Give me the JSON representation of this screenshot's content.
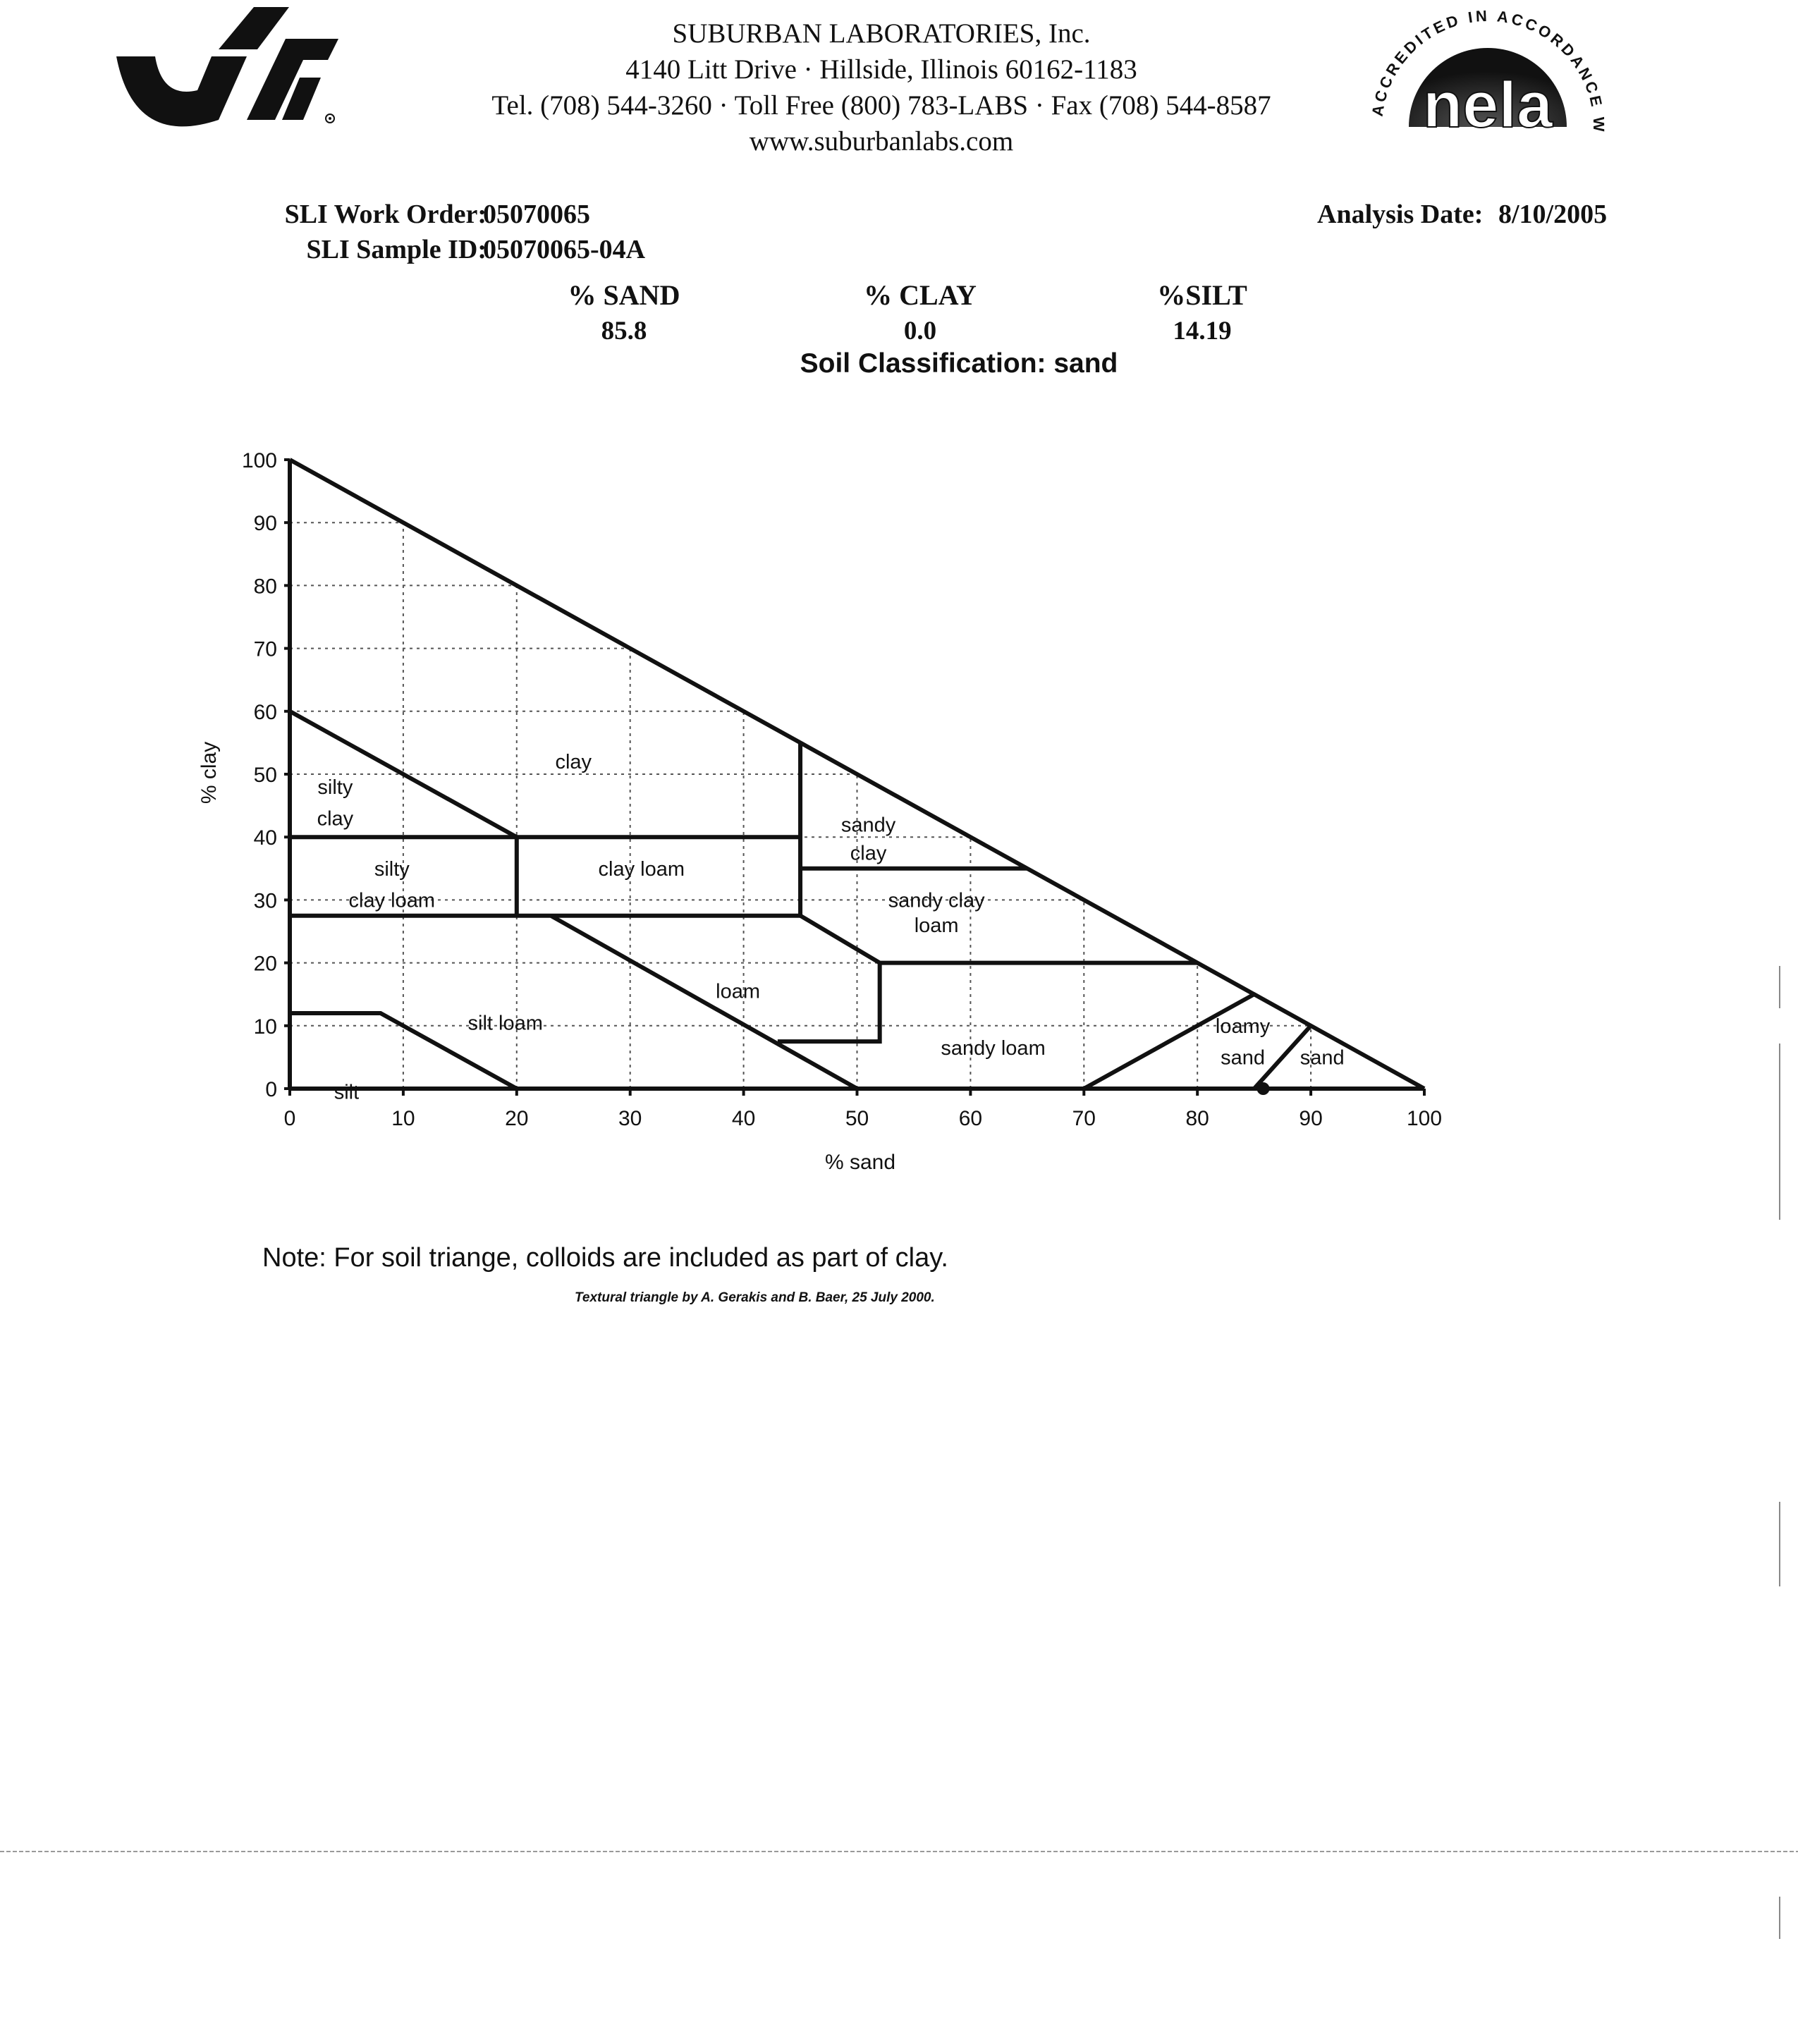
{
  "letterhead": {
    "company": "SUBURBAN LABORATORIES, Inc.",
    "address": "4140 Litt Drive · Hillside, Illinois 60162-1183",
    "phones": "Tel. (708) 544-3260 · Toll Free (800) 783-LABS · Fax (708) 544-8587",
    "website": "www.suburbanlabs.com",
    "logo_icon": "sli-logo-icon",
    "seal_text": "ACCREDITED IN ACCORDANCE WITH",
    "seal_word": "nela"
  },
  "report": {
    "work_order_label": "SLI Work Order:",
    "work_order": "05070065",
    "sample_id_label": "SLI Sample ID:",
    "sample_id": "05070065-04A",
    "analysis_date_label": "Analysis Date:",
    "analysis_date": "8/10/2005"
  },
  "results": {
    "sand_header": "% SAND",
    "clay_header": "% CLAY",
    "silt_header": "%SILT",
    "sand_value": "85.8",
    "clay_value": "0.0",
    "silt_value": "14.19",
    "classification_label": "Soil Classification:",
    "classification": "sand"
  },
  "chart_data": {
    "type": "scatter",
    "xlabel": "% sand",
    "ylabel": "% clay",
    "xlim": [
      0,
      100
    ],
    "ylim": [
      0,
      100
    ],
    "xticks": [
      0,
      10,
      20,
      30,
      40,
      50,
      60,
      70,
      80,
      90,
      100
    ],
    "yticks": [
      0,
      10,
      20,
      30,
      40,
      50,
      60,
      70,
      80,
      90,
      100
    ],
    "grid": true,
    "sample_point": {
      "x": 85.8,
      "y": 0.0
    },
    "boundaries": [
      [
        [
          0,
          100
        ],
        [
          100,
          0
        ]
      ],
      [
        [
          0,
          60
        ],
        [
          20,
          40
        ]
      ],
      [
        [
          0,
          40
        ],
        [
          45,
          40
        ]
      ],
      [
        [
          45,
          55
        ],
        [
          45,
          27.5
        ]
      ],
      [
        [
          20,
          40
        ],
        [
          20,
          27.5
        ]
      ],
      [
        [
          0,
          27.5
        ],
        [
          45,
          27.5
        ]
      ],
      [
        [
          45,
          35
        ],
        [
          65,
          35
        ]
      ],
      [
        [
          45,
          27.5
        ],
        [
          52,
          20
        ],
        [
          80,
          20
        ]
      ],
      [
        [
          52,
          20
        ],
        [
          52,
          7.5
        ],
        [
          43,
          7.5
        ]
      ],
      [
        [
          23,
          27.5
        ],
        [
          50,
          0
        ]
      ],
      [
        [
          0,
          12
        ],
        [
          8,
          12
        ],
        [
          20,
          0
        ]
      ],
      [
        [
          70,
          0
        ],
        [
          85,
          15
        ]
      ],
      [
        [
          85,
          0
        ],
        [
          90,
          10
        ]
      ],
      [
        [
          0,
          0
        ],
        [
          100,
          0
        ]
      ]
    ],
    "region_labels": [
      {
        "text": "clay",
        "x": 25,
        "y": 52
      },
      {
        "text": "silty",
        "x": 4,
        "y": 48
      },
      {
        "text": "clay",
        "x": 4,
        "y": 43
      },
      {
        "text": "sandy",
        "x": 51,
        "y": 42
      },
      {
        "text": "clay",
        "x": 51,
        "y": 37.5
      },
      {
        "text": "silty",
        "x": 9,
        "y": 35
      },
      {
        "text": "clay loam",
        "x": 9,
        "y": 30
      },
      {
        "text": "clay loam",
        "x": 31,
        "y": 35
      },
      {
        "text": "sandy clay",
        "x": 57,
        "y": 30
      },
      {
        "text": "loam",
        "x": 57,
        "y": 26
      },
      {
        "text": "loam",
        "x": 39.5,
        "y": 15.5
      },
      {
        "text": "silt loam",
        "x": 19,
        "y": 10.5
      },
      {
        "text": "sandy loam",
        "x": 62,
        "y": 6.5
      },
      {
        "text": "loamy",
        "x": 84,
        "y": 10
      },
      {
        "text": "sand",
        "x": 84,
        "y": 5
      },
      {
        "text": "sand",
        "x": 91,
        "y": 5
      },
      {
        "text": "silt",
        "x": 5,
        "y": -0.5
      }
    ]
  },
  "notes": {
    "note": "Note: For soil triange, colloids are included as part of clay.",
    "credit": "Textural triangle by A. Gerakis and B. Baer, 25 July 2000."
  }
}
